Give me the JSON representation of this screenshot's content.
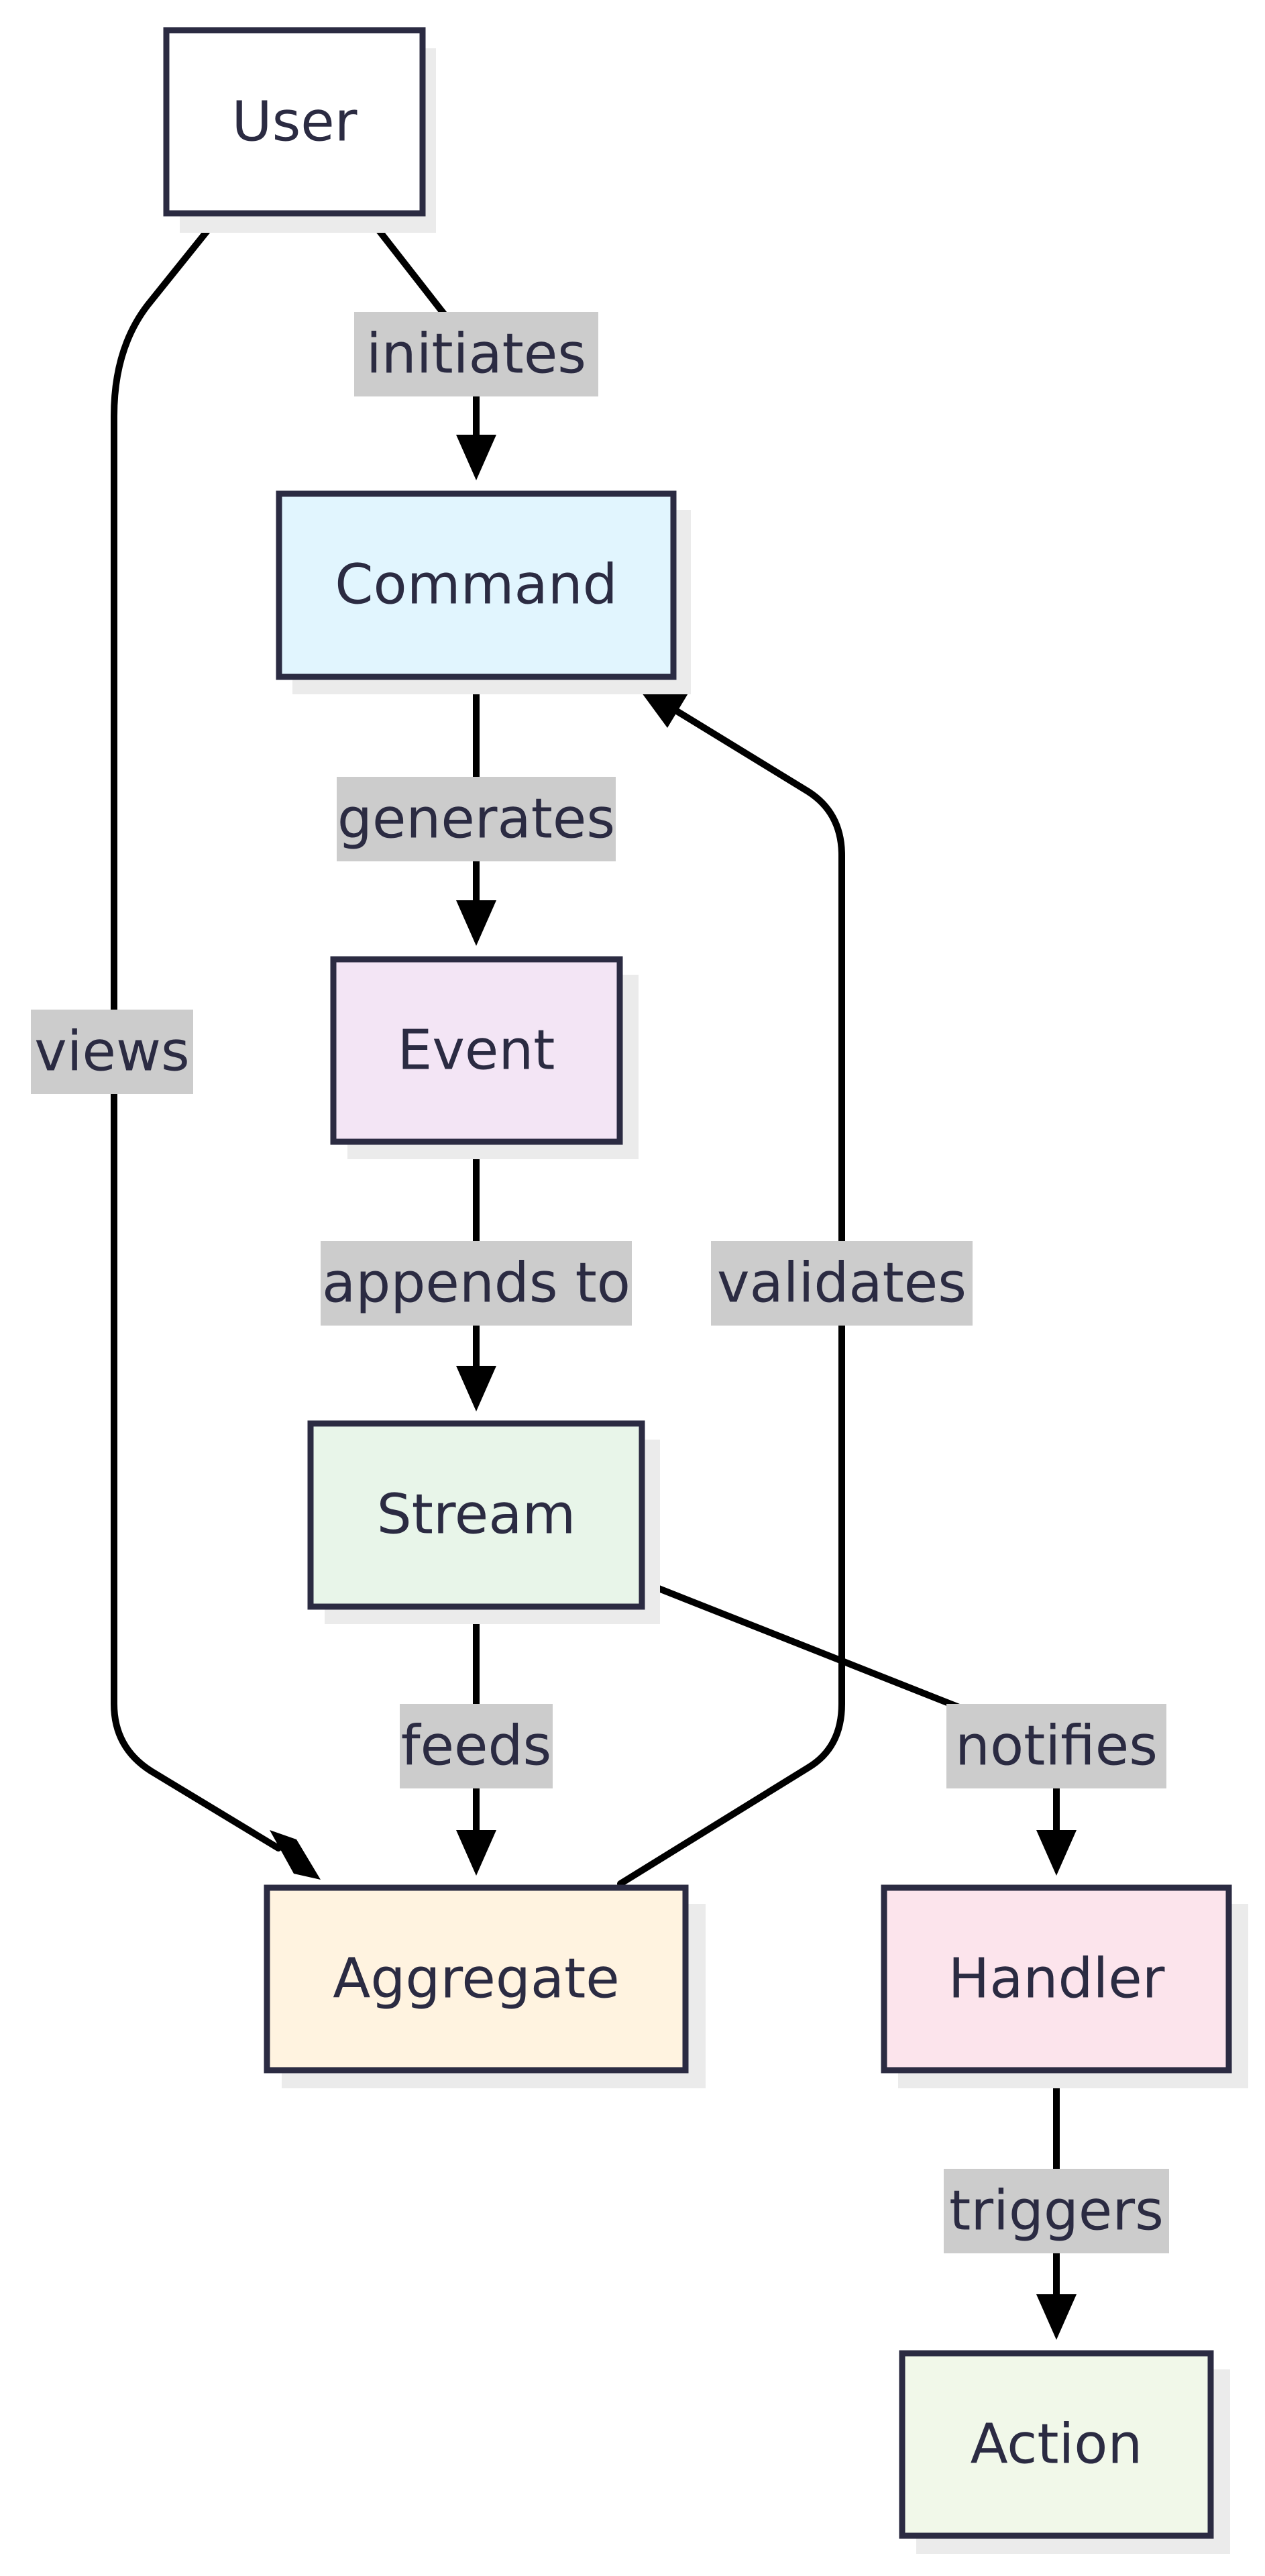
{
  "nodes": {
    "user": {
      "label": "User",
      "fill": "#ffffff"
    },
    "command": {
      "label": "Command",
      "fill": "#e1f5fe"
    },
    "event": {
      "label": "Event",
      "fill": "#f3e5f5"
    },
    "stream": {
      "label": "Stream",
      "fill": "#e8f5e9"
    },
    "aggregate": {
      "label": "Aggregate",
      "fill": "#fff3e0"
    },
    "handler": {
      "label": "Handler",
      "fill": "#fce4ec"
    },
    "action": {
      "label": "Action",
      "fill": "#f1f8e9"
    }
  },
  "edges": {
    "initiates": {
      "label": "initiates",
      "from": "User",
      "to": "Command"
    },
    "generates": {
      "label": "generates",
      "from": "Command",
      "to": "Event"
    },
    "appends_to": {
      "label": "appends to",
      "from": "Event",
      "to": "Stream"
    },
    "feeds": {
      "label": "feeds",
      "from": "Stream",
      "to": "Aggregate"
    },
    "notifies": {
      "label": "notifies",
      "from": "Stream",
      "to": "Handler"
    },
    "triggers": {
      "label": "triggers",
      "from": "Handler",
      "to": "Action"
    },
    "views": {
      "label": "views",
      "from": "User",
      "to": "Aggregate"
    },
    "validates": {
      "label": "validates",
      "from": "Aggregate",
      "to": "Command"
    }
  },
  "colors": {
    "node_border": "#2b2b42",
    "text": "#2b2b42",
    "edge": "#000000",
    "label_background": "#cccccc",
    "shadow": "#ebebeb"
  }
}
